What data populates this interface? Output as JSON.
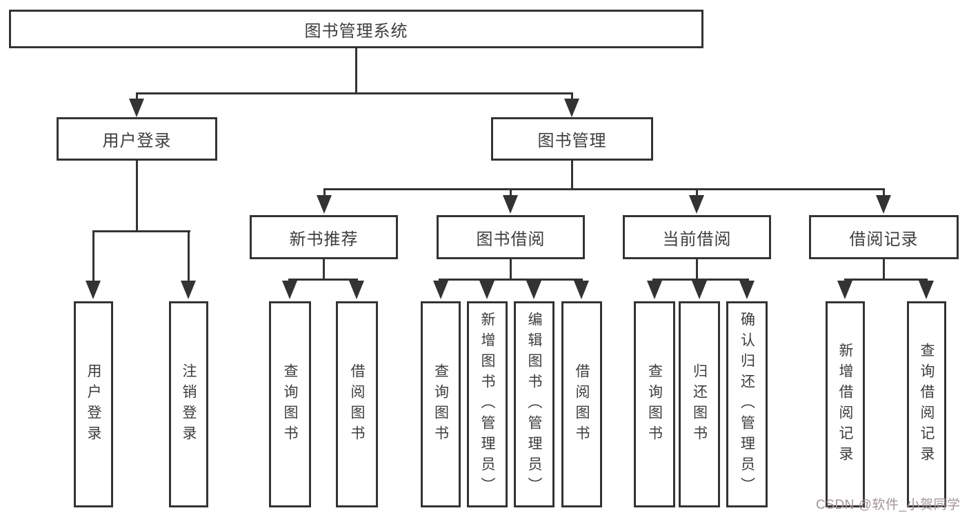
{
  "diagram": {
    "root": {
      "label": "图书管理系统"
    },
    "branches": [
      {
        "label": "用户登录",
        "children": [
          {
            "label": "用户登录"
          },
          {
            "label": "注销登录"
          }
        ]
      },
      {
        "label": "图书管理",
        "groups": [
          {
            "label": "新书推荐",
            "children": [
              {
                "label": "查询图书"
              },
              {
                "label": "借阅图书"
              }
            ]
          },
          {
            "label": "图书借阅",
            "children": [
              {
                "label": "查询图书"
              },
              {
                "label": "新增图书（管理员）"
              },
              {
                "label": "编辑图书（管理员）"
              },
              {
                "label": "借阅图书"
              }
            ]
          },
          {
            "label": "当前借阅",
            "children": [
              {
                "label": "查询图书"
              },
              {
                "label": "归还图书"
              },
              {
                "label": "确认归还（管理员）"
              }
            ]
          },
          {
            "label": "借阅记录",
            "children": [
              {
                "label": "新增借阅记录"
              },
              {
                "label": "查询借阅记录"
              }
            ]
          }
        ]
      }
    ]
  },
  "watermark": {
    "text": "CSDN @软件_小贺同学"
  },
  "colors": {
    "line": "#333333",
    "text": "#3d3d3d",
    "background": "#ffffff",
    "watermark": "#a3949a"
  }
}
